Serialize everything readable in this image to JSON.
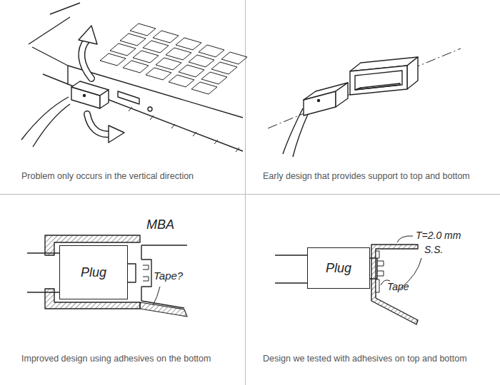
{
  "diagram": {
    "nodes": [
      {
        "text": [
          "Plug"
        ]
      },
      {
        "text": [
          "Plug"
        ]
      }
    ],
    "labels": [
      "Problem only occurs in the vertical direction",
      "Early design that provides support to top and bottom",
      "MBA",
      "Tape?",
      "Improved design using adhesives on the bottom",
      "T=2.0 mm",
      "S.S.",
      "Tape",
      "Design we tested with adhesives on top and bottom"
    ]
  }
}
